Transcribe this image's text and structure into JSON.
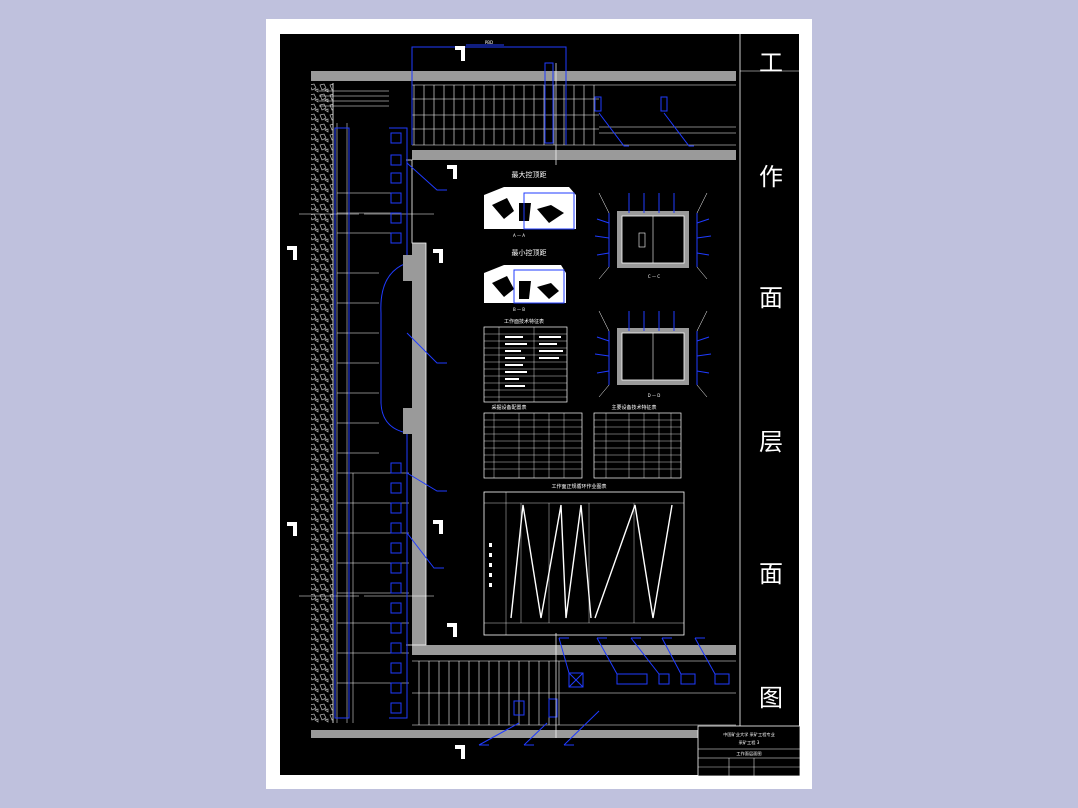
{
  "drawing": {
    "title_vertical": [
      "工",
      "作",
      "面",
      "层",
      "面",
      "图"
    ],
    "section_max": "最大控顶距",
    "section_min": "最小控顶距",
    "section_a_label": "A — A",
    "section_b_label": "B — B",
    "section_c_label": "C — C",
    "section_d_label": "D — D",
    "table1_title": "工作面技术特征表",
    "table2_title": "采掘设备配置表",
    "table3_title": "主要设备技术特征表",
    "chart_title": "工作面正规循环作业图表",
    "title_block_line1": "中国矿业大学 采矿工程专业",
    "title_block_line2": "采矿工程 3",
    "title_block_line3": "工作面层面图"
  },
  "colors": {
    "background": "#000000",
    "line_white": "#ffffff",
    "line_blue": "#1f3bff",
    "rock_gray": "#9a9a9a",
    "frame": "#bfc1dd"
  }
}
